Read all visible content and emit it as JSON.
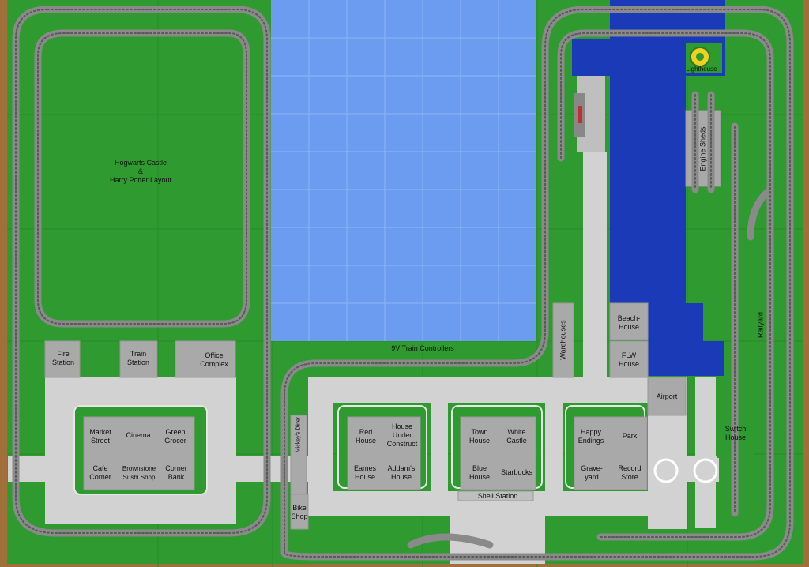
{
  "colors": {
    "baseplate": "#2f9a2f",
    "grid_line": "#268a26",
    "water_light": "#6b9cf0",
    "water_dark": "#1a3ab8",
    "road": "#d2d2d2",
    "road_edge": "#ececec",
    "building": "#a9a9a9",
    "track_tie": "#8a8a8a",
    "track_rail": "#5a5a5a",
    "frame_wood": "#a0703a"
  },
  "labels": {
    "hogwarts": "Hogwarts Castle\n&\nHarry Potter Layout",
    "train_controllers": "9V Train Controllers",
    "fire_station": "Fire\nStation",
    "train_station": "Train\nStation",
    "office_complex": "Office\nComplex",
    "market_street": "Market\nStreet",
    "cinema": "Cinema",
    "green_grocer": "Green\nGrocer",
    "cafe_corner": "Cafe\nCorner",
    "brownstone_sushi": "Brownstone\nSushi Shop",
    "corner_bank": "Corner\nBank",
    "mickeys_diner": "Mickey's Diner",
    "bike_shop": "Bike\nShop",
    "red_house": "Red\nHouse",
    "house_under_construct": "House\nUnder\nConstruct",
    "eames_house": "Eames\nHouse",
    "addams_house": "Addam's\nHouse",
    "town_house": "Town\nHouse",
    "white_castle": "White\nCastle",
    "blue_house": "Blue\nHouse",
    "starbucks": "Starbucks",
    "shell_station": "Shell Station",
    "happy_endings": "Happy\nEndings",
    "park": "Park",
    "graveyard": "Grave-\nyard",
    "record_store": "Record\nStore",
    "warehouses": "Warehouses",
    "beach_house": "Beach-\nHouse",
    "flw_house": "FLW\nHouse",
    "airport": "Airport",
    "switch_house": "Switch\nHouse",
    "railyard": "Railyard",
    "engine_sheds": "Engine Sheds",
    "lighthouse": "Lighthouse"
  }
}
